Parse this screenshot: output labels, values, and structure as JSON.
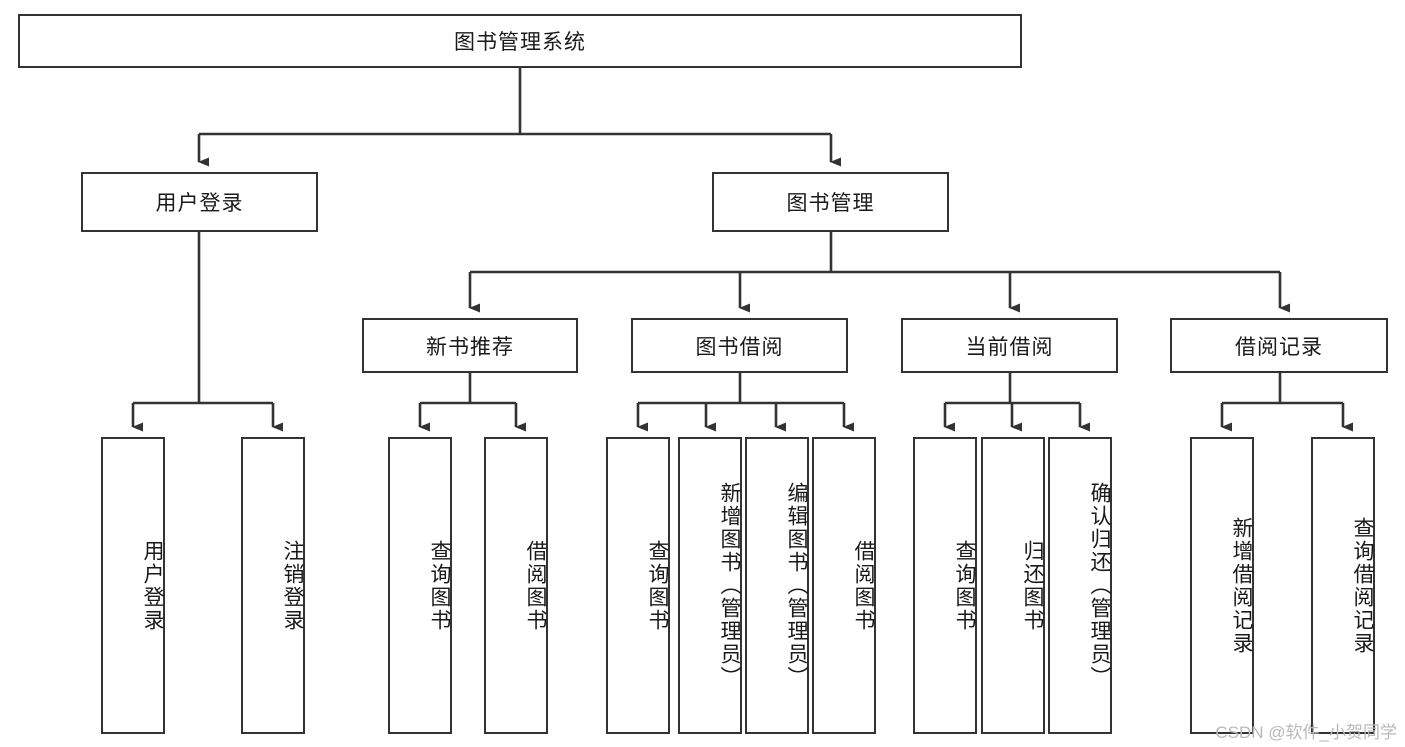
{
  "diagram": {
    "title": "图书管理系统",
    "type": "hierarchy-tree",
    "watermark": "CSDN @软件_小贺同学",
    "levels": {
      "root": {
        "label": "图书管理系统"
      },
      "level2": [
        {
          "label": "用户登录"
        },
        {
          "label": "图书管理"
        }
      ],
      "level3": [
        {
          "label": "新书推荐"
        },
        {
          "label": "图书借阅"
        },
        {
          "label": "当前借阅"
        },
        {
          "label": "借阅记录"
        }
      ],
      "leaves": [
        {
          "label": "用户登录"
        },
        {
          "label": "注销登录"
        },
        {
          "label": "查询图书"
        },
        {
          "label": "借阅图书"
        },
        {
          "label": "查询图书"
        },
        {
          "label": "新增图书（管理员）"
        },
        {
          "label": "编辑图书（管理员）"
        },
        {
          "label": "借阅图书"
        },
        {
          "label": "查询图书"
        },
        {
          "label": "归还图书"
        },
        {
          "label": "确认归还（管理员）"
        },
        {
          "label": "新增借阅记录"
        },
        {
          "label": "查询借阅记录"
        }
      ]
    },
    "colors": {
      "stroke": "#333333",
      "fill": "#ffffff",
      "text": "#1a1a1a",
      "watermark": "#b9b9b9"
    }
  }
}
